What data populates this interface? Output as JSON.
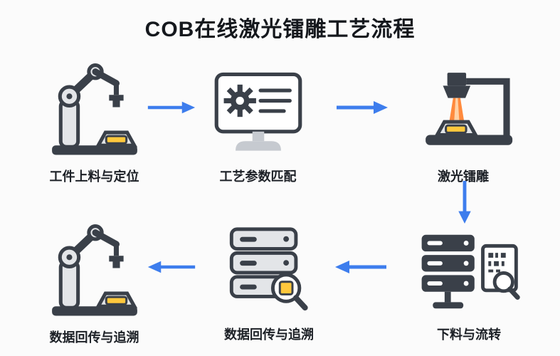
{
  "title": "COB在线激光镭雕工艺流程",
  "steps": [
    {
      "label": "工件上料与定位",
      "icon": "robot-arm-icon"
    },
    {
      "label": "工艺参数匹配",
      "icon": "monitor-gear-icon"
    },
    {
      "label": "激光镭雕",
      "icon": "laser-marking-icon"
    },
    {
      "label": "下料与流转",
      "icon": "server-document-magnifier-icon"
    },
    {
      "label": "数据回传与追溯",
      "icon": "server-magnifier-icon"
    },
    {
      "label": "数据回传与追溯",
      "icon": "robot-arm-icon"
    }
  ],
  "arrows": [
    {
      "from": "工件上料与定位",
      "to": "工艺参数匹配",
      "direction": "right"
    },
    {
      "from": "工艺参数匹配",
      "to": "激光镭雕",
      "direction": "right"
    },
    {
      "from": "激光镭雕",
      "to": "下料与流转",
      "direction": "down"
    },
    {
      "from": "下料与流转",
      "to": "数据回传与追溯",
      "direction": "left"
    },
    {
      "from": "数据回传与追溯",
      "to": "数据回传与追溯",
      "direction": "left"
    }
  ],
  "colors": {
    "arrow_blue": "#3d7ded",
    "icon_outline": "#3a4049",
    "accent_yellow": "#ffc83d",
    "laser_orange": "#ff8a3d",
    "background": "#fbfbfb"
  }
}
